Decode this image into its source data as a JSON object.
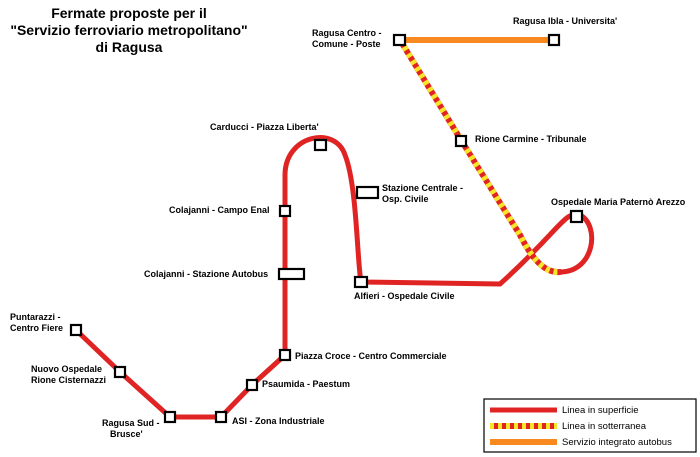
{
  "title": {
    "line1": "Fermate proposte per il",
    "line2": "\"Servizio ferroviario metropolitano\"",
    "line3": "di Ragusa"
  },
  "colors": {
    "surface": "#e02424",
    "underground_base": "#e02424",
    "underground_dash": "#f5e62a",
    "bus": "#f7891e",
    "stop_fill": "#ffffff",
    "stop_stroke": "#000000"
  },
  "stations": {
    "puntarazzi": [
      "Puntarazzi -",
      "Centro Fiere"
    ],
    "nuovo_ospedale": [
      "Nuovo Ospedale",
      "Rione Cisternazzi"
    ],
    "ragusa_sud": [
      "Ragusa Sud -",
      "Brusce'"
    ],
    "asi": [
      "ASI - Zona Industriale"
    ],
    "psaumida": [
      "Psaumida - Paestum"
    ],
    "piazza_croce": [
      "Piazza Croce - Centro Commerciale"
    ],
    "colajanni_autobus": [
      "Colajanni - Stazione Autobus"
    ],
    "colajanni_enal": [
      "Colajanni - Campo Enal"
    ],
    "carducci": [
      "Carducci - Piazza Liberta'"
    ],
    "stazione_centrale": [
      "Stazione Centrale -",
      "Osp. Civile"
    ],
    "alfieri": [
      "Alfieri - Ospedale Civile"
    ],
    "ospedale_arezzo": [
      "Ospedale Maria Paternò Arezzo"
    ],
    "rione_carmine": [
      "Rione Carmine - Tribunale"
    ],
    "ragusa_centro": [
      "Ragusa Centro -",
      "Comune - Poste"
    ],
    "ragusa_ibla": [
      "Ragusa Ibla - Universita'"
    ]
  },
  "legend": {
    "surface": "Linea in superficie",
    "underground": "Linea in sotterranea",
    "bus": "Servizio integrato autobus"
  }
}
